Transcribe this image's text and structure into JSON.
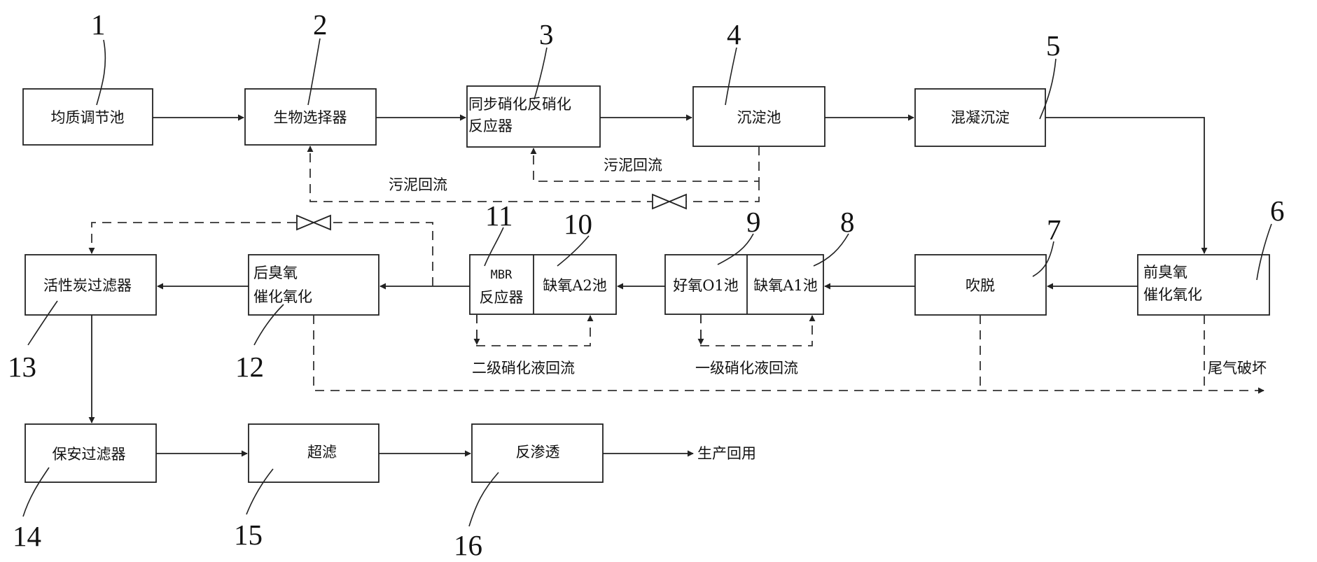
{
  "boxes": {
    "b1": "均质调节池",
    "b2": "生物选择器",
    "b3_line1": "同步硝化反硝化",
    "b3_line2": "反应器",
    "b4": "沉淀池",
    "b5": "混凝沉淀",
    "b6_line1": "前臭氧",
    "b6_line2": "催化氧化",
    "b7": "吹脱",
    "b8": "缺氧A1池",
    "b9": "好氧O1池",
    "b10": "缺氧A2池",
    "b11_line1": "MBR",
    "b11_line2": "反应器",
    "b12_line1": "后臭氧",
    "b12_line2": "催化氧化",
    "b13": "活性炭过滤器",
    "b14": "保安过滤器",
    "b15": "超滤",
    "b16": "反渗透"
  },
  "notes": {
    "sludge_return_1": "污泥回流",
    "sludge_return_2": "污泥回流",
    "nitrification_return_2": "二级硝化液回流",
    "nitrification_return_1": "一级硝化液回流",
    "offgas": "尾气破坏",
    "reuse": "生产回用"
  },
  "numbers": {
    "n1": "1",
    "n2": "2",
    "n3": "3",
    "n4": "4",
    "n5": "5",
    "n6": "6",
    "n7": "7",
    "n8": "8",
    "n9": "9",
    "n10": "10",
    "n11": "11",
    "n12": "12",
    "n13": "13",
    "n14": "14",
    "n15": "15",
    "n16": "16"
  }
}
